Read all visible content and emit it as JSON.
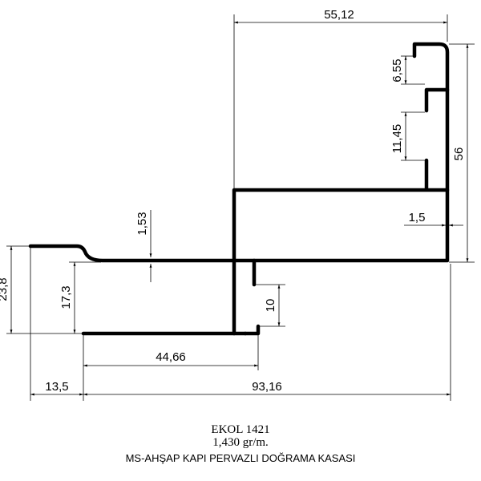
{
  "dimensions": {
    "top_width": "55,12",
    "height_right": "56",
    "gap_top": "6,55",
    "gap_mid": "11,45",
    "wall_thickness_right": "1,5",
    "wall_thickness_web": "1,53",
    "left_height": "23,8",
    "inner_height": "17,3",
    "inner_width": "44,66",
    "leg_height": "10",
    "bottom_left": "13,5",
    "bottom_total": "93,16"
  },
  "title_block": {
    "model": "EKOL 1421",
    "weight": "1,430 gr/m.",
    "description": "MS-AHŞAP KAPI PERVAZLI DOĞRAMA KASASI"
  }
}
